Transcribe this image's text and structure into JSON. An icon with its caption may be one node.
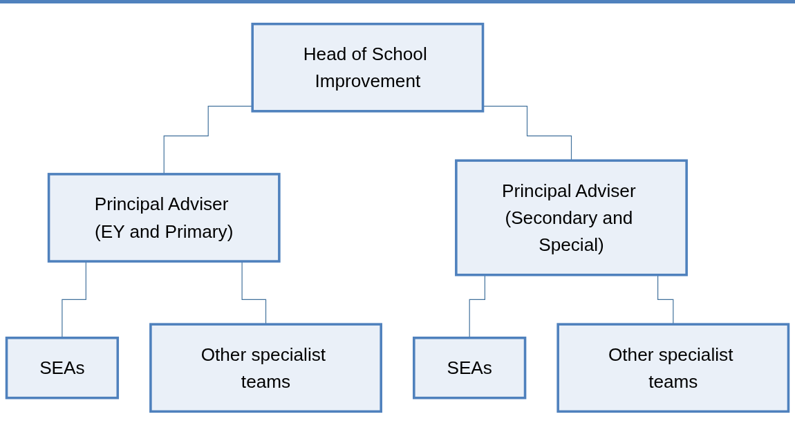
{
  "diagram": {
    "nodes": [
      {
        "text": [
          "Head of School Improvement"
        ]
      },
      {
        "text": [
          "Principal Adviser (EY and Primary)"
        ]
      },
      {
        "text": [
          "Principal Adviser (Secondary and Special)"
        ]
      },
      {
        "text": [
          "SEAs"
        ]
      },
      {
        "text": [
          "Other specialist teams"
        ]
      },
      {
        "text": [
          "SEAs"
        ]
      },
      {
        "text": [
          "Other specialist teams"
        ]
      }
    ],
    "edges": [
      {
        "from": 0,
        "to": 1,
        "arrow": "none"
      },
      {
        "from": 0,
        "to": 2,
        "arrow": "none"
      },
      {
        "from": 1,
        "to": 3,
        "arrow": "none"
      },
      {
        "from": 1,
        "to": 4,
        "arrow": "none"
      },
      {
        "from": 2,
        "to": 5,
        "arrow": "none"
      },
      {
        "from": 2,
        "to": 6,
        "arrow": "none"
      }
    ]
  }
}
